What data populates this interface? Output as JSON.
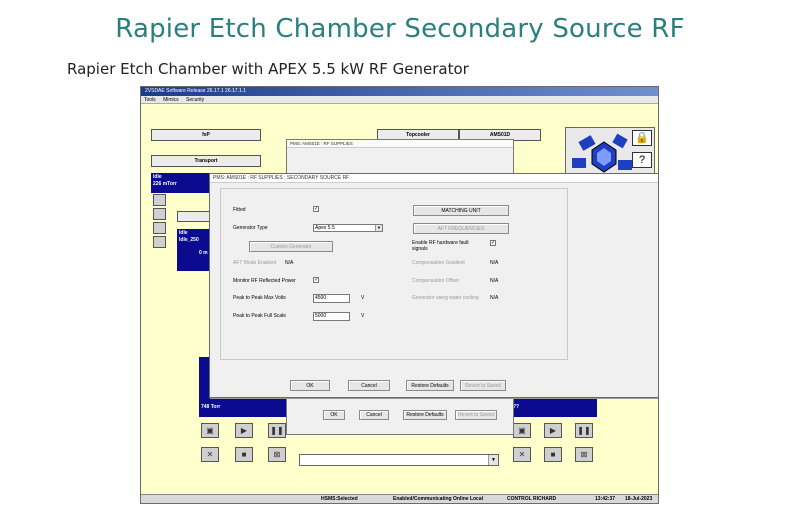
{
  "slide": {
    "title": "Rapier Etch Chamber Secondary Source RF",
    "subtitle": "Rapier Etch Chamber with APEX 5.5 kW RF Generator"
  },
  "app": {
    "window_title": "2VSDAE  Software Release 26.17.1 26.17.1.1",
    "menu": [
      "Tools",
      "Mimics",
      "Security"
    ],
    "modules": {
      "fxp": "fxP",
      "transport": "Transport",
      "topcooler": "Topcooler",
      "ams01d": "AMS01D"
    },
    "transport_status": [
      "Idle",
      "226 mTorr"
    ],
    "left_chamber_status": [
      "Idle",
      "Idle_250",
      "0 m"
    ],
    "lower_left_status": "748 Torr",
    "lower_right_status": "??",
    "status_bar": {
      "hsms": "HSMS:Selected",
      "comm": "Enabled/Communicating  Online Local",
      "control": "CONTROL  RICHARD",
      "time": "13:42:37",
      "date": "18-Jul-2023"
    }
  },
  "back_dialog": {
    "title": "PMS: AMS01E : RF SUPPLIES",
    "ok": "OK",
    "cancel": "Cancel",
    "restore": "Restore Defaults",
    "revert": "Revert to Saved"
  },
  "dialog": {
    "title": "PMS: AMS01E : RF SUPPLIES : SECONDARY SOURCE RF",
    "fitted_label": "Fitted",
    "fitted_mark": "✓",
    "generator_type_label": "Generator Type",
    "generator_type_value": "Apex 5.5",
    "custom_generator_btn": "Custom Generator",
    "aft_mode_label": "AFT Mode Enabled",
    "aft_mode_value": "N/A",
    "monitor_rf_label": "Monitor RF Reflected Power",
    "monitor_rf_mark": "✓",
    "ptp_max_label": "Peak to Peak Max Volts",
    "ptp_max_value": "4500",
    "ptp_max_unit": "V",
    "ptp_full_label": "Peak to Peak Full Scale",
    "ptp_full_value": "5000",
    "ptp_full_unit": "V",
    "matching_unit_btn": "MATCHING UNIT",
    "aft_freq_btn": "AFT FREQUENCIES",
    "enable_fault_label": "Enable RF hardware fault signals",
    "enable_fault_mark": "✓",
    "comp_gradient_label": "Compensation Gradient",
    "comp_gradient_value": "N/A",
    "comp_offset_label": "Compensation Offset",
    "comp_offset_value": "N/A",
    "gen_water_label": "Generator using water cooling",
    "gen_water_value": "N/A",
    "ok": "OK",
    "cancel": "Cancel",
    "restore": "Restore Defaults",
    "revert": "Revert to Saved"
  }
}
